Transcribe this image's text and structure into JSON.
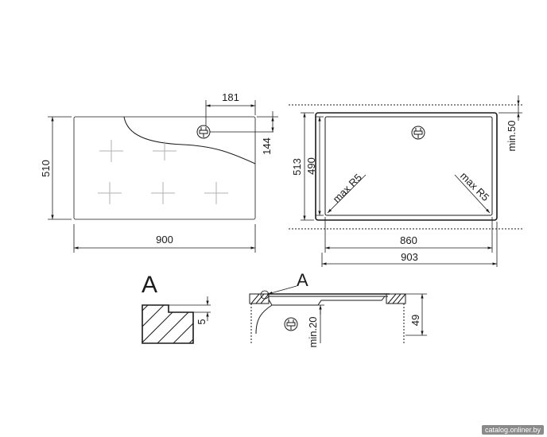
{
  "top_view": {
    "height_label": "510",
    "width_label": "900",
    "socket_offset_label": "181",
    "socket_depth_label": "144"
  },
  "cutout_view": {
    "outer_depth_label": "513",
    "inner_depth_label": "490",
    "clearance_label": "min.50",
    "radius_left_label": "max R5",
    "radius_right_label": "max R5",
    "inner_width_label": "860",
    "outer_width_label": "903"
  },
  "detail_a": {
    "letter": "A",
    "rebate_label": "5"
  },
  "section_view": {
    "detail_ref_label": "A",
    "below_clearance_label": "min.20",
    "thickness_label": "49"
  },
  "watermark": "catalog.onliner.by"
}
